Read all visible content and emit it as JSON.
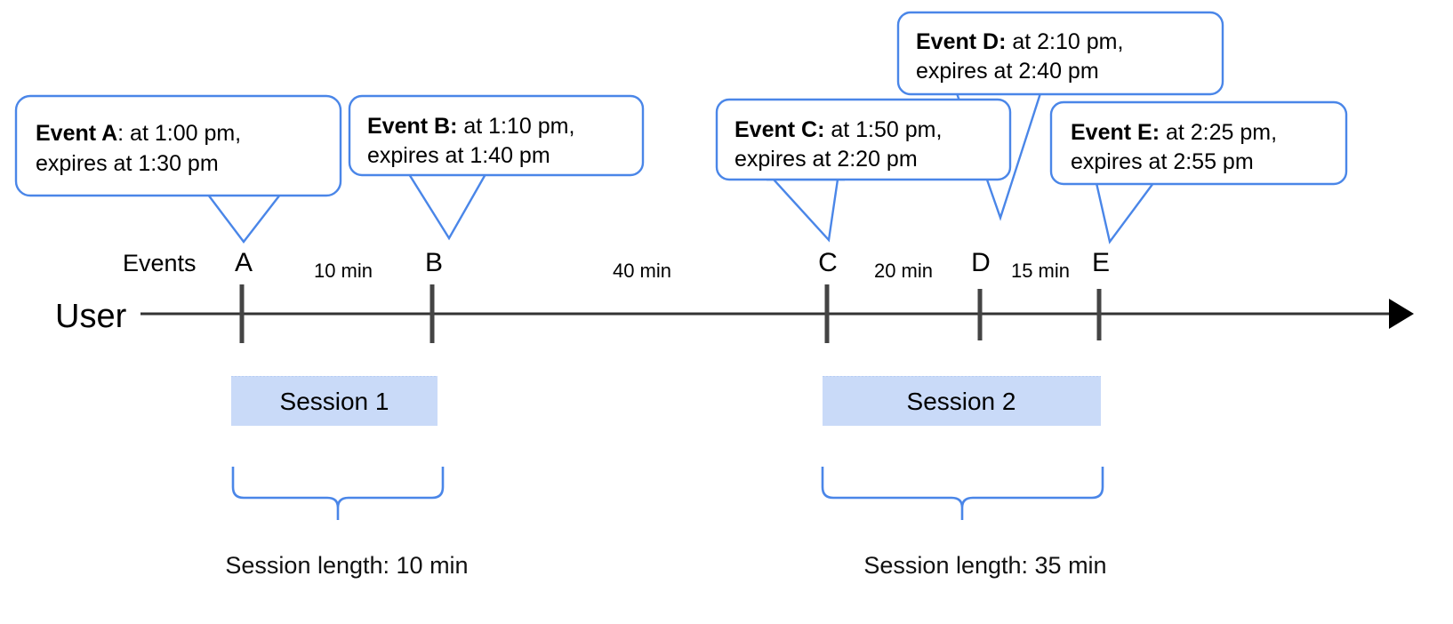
{
  "diagram": {
    "title": "User session timeline with expiring events",
    "accent_color": "#4a86e8",
    "session_fill_color": "#c9daf8",
    "axis_color": "#333333",
    "row_labels": {
      "user": "User",
      "events": "Events"
    },
    "callouts": [
      {
        "id": "event-a",
        "lead": "Event A",
        "separator": ":",
        "line1_rest": " at 1:00 pm,",
        "line2": "expires at 1:30 pm",
        "bold_separator": false,
        "event_time": "1:00 pm",
        "expires_time": "1:30 pm"
      },
      {
        "id": "event-b",
        "lead": "Event B:",
        "separator": "",
        "line1_rest": " at 1:10 pm,",
        "line2": "expires at 1:40 pm",
        "bold_separator": true,
        "event_time": "1:10 pm",
        "expires_time": "1:40 pm"
      },
      {
        "id": "event-c",
        "lead": "Event C:",
        "separator": "",
        "line1_rest": " at 1:50 pm,",
        "line2": "expires at 2:20 pm",
        "bold_separator": true,
        "event_time": "1:50 pm",
        "expires_time": "2:20 pm"
      },
      {
        "id": "event-d",
        "lead": "Event D:",
        "separator": "",
        "line1_rest": " at 2:10 pm,",
        "line2": "expires at 2:40 pm",
        "bold_separator": true,
        "event_time": "2:10 pm",
        "expires_time": "2:40 pm"
      },
      {
        "id": "event-e",
        "lead": "Event E:",
        "separator": "",
        "line1_rest": " at 2:25 pm,",
        "line2": "expires at 2:55 pm",
        "bold_separator": true,
        "event_time": "2:25 pm",
        "expires_time": "2:55 pm"
      }
    ],
    "event_markers": [
      {
        "letter": "A",
        "time": "1:00 pm"
      },
      {
        "letter": "B",
        "time": "1:10 pm"
      },
      {
        "letter": "C",
        "time": "1:50 pm"
      },
      {
        "letter": "D",
        "time": "2:10 pm"
      },
      {
        "letter": "E",
        "time": "2:25 pm"
      }
    ],
    "gap_labels": [
      {
        "between": "A-B",
        "text": "10 min"
      },
      {
        "between": "B-C",
        "text": "40 min"
      },
      {
        "between": "C-D",
        "text": "20 min"
      },
      {
        "between": "D-E",
        "text": "15 min"
      }
    ],
    "sessions": [
      {
        "id": "session-1",
        "label": "Session 1",
        "length_label": "Session length: 10 min",
        "from_event": "A",
        "to_event": "B",
        "length_minutes": 10
      },
      {
        "id": "session-2",
        "label": "Session 2",
        "length_label": "Session length: 35 min",
        "from_event": "C",
        "to_event": "E",
        "length_minutes": 35
      }
    ]
  }
}
